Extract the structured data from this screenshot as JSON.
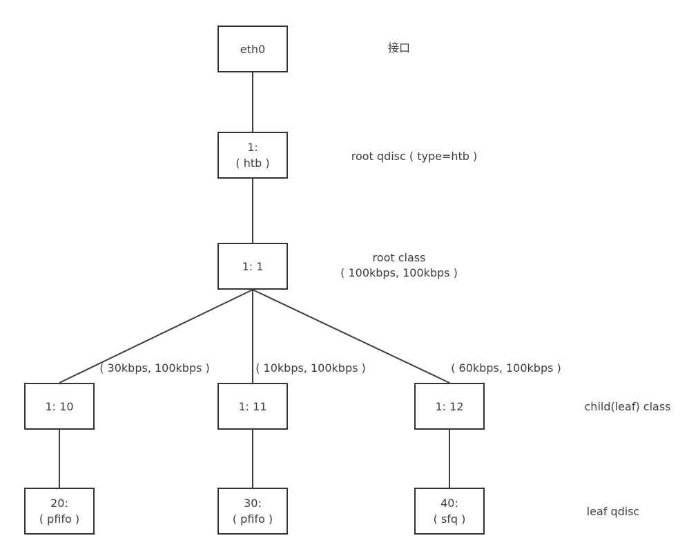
{
  "nodes": {
    "eth0": {
      "line1": "eth0"
    },
    "root_qdisc": {
      "line1": "1:",
      "line2": "( htb )"
    },
    "root_class": {
      "line1": "1: 1"
    },
    "child_10": {
      "line1": "1: 10"
    },
    "child_11": {
      "line1": "1: 11"
    },
    "child_12": {
      "line1": "1: 12"
    },
    "leaf_20": {
      "line1": "20:",
      "line2": "( pfifo )"
    },
    "leaf_30": {
      "line1": "30:",
      "line2": "( pfifo )"
    },
    "leaf_40": {
      "line1": "40:",
      "line2": "( sfq )"
    }
  },
  "annotations": {
    "interface": "接口",
    "root_qdisc": "root qdisc ( type=htb )",
    "root_class_line1": "root class",
    "root_class_line2": "( 100kbps, 100kbps )",
    "child_class": "child(leaf) class",
    "leaf_qdisc": "leaf qdisc"
  },
  "edge_labels": {
    "to_child_10": "( 30kbps, 100kbps )",
    "to_child_11": "( 10kbps, 100kbps )",
    "to_child_12": "( 60kbps, 100kbps )"
  },
  "colors": {
    "line": "#3c3c3c",
    "border": "#333333",
    "text": "#3d3d3d",
    "background": "#ffffff"
  }
}
